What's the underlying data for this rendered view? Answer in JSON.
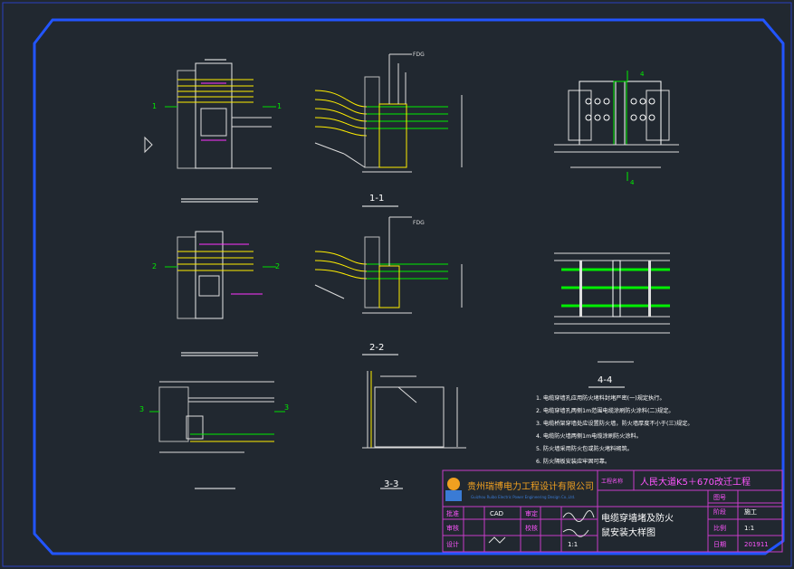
{
  "drawing": {
    "section_labels": {
      "s11": "1-1",
      "s22": "2-2",
      "s33": "3-3",
      "s44": "4-4"
    },
    "callouts": {
      "fdg1": "FDG",
      "fdg2": "FDG"
    },
    "side_marks": {
      "m1l": "1",
      "m1r": "1",
      "m2l": "2",
      "m2r": "2",
      "m3l": "3",
      "m3r": "3",
      "m4t": "4",
      "m4b": "4"
    },
    "notes": [
      "1. 电缆穿墙孔应用防火堵料封堵严密(一)规定执行。",
      "2. 电缆穿墙孔两侧1m范围电缆涂刷防火涂料(二)规定。",
      "3. 电缆桥架穿墙处应设置防火墙，防火墙厚度不小于(三)规定。",
      "4. 电缆防火墙两侧1m电缆涂刷防火涂料。",
      "5. 防火墙采用防火包或防火堵料砌筑。",
      "6. 防火隔板安装应牢固可靠。"
    ]
  },
  "title_block": {
    "company": "贵州瑞博电力工程设计有限公司",
    "company_en": "Guizhou Ruibo Electric Power Engineering Design Co.,Ltd.",
    "project_label": "工程名称",
    "project_name": "人民大道K5＋670改迁工程",
    "drawing_title_line1": "电缆穿墙堵及防火",
    "drawing_title_line2": "鼠安装大样图",
    "scale": "1:1",
    "cad_label": "CAD",
    "right_rows": [
      {
        "label": "图号",
        "value": ""
      },
      {
        "label": "阶段",
        "value": "施工"
      },
      {
        "label": "比例",
        "value": "1:1"
      },
      {
        "label": "日期",
        "value": "201911"
      }
    ],
    "left_rows": [
      {
        "label": "批准",
        "value": "CAD"
      },
      {
        "label": "审核",
        "value": ""
      },
      {
        "label": "设计",
        "value": ""
      }
    ],
    "approve_label": "审定",
    "check_label": "校核"
  }
}
